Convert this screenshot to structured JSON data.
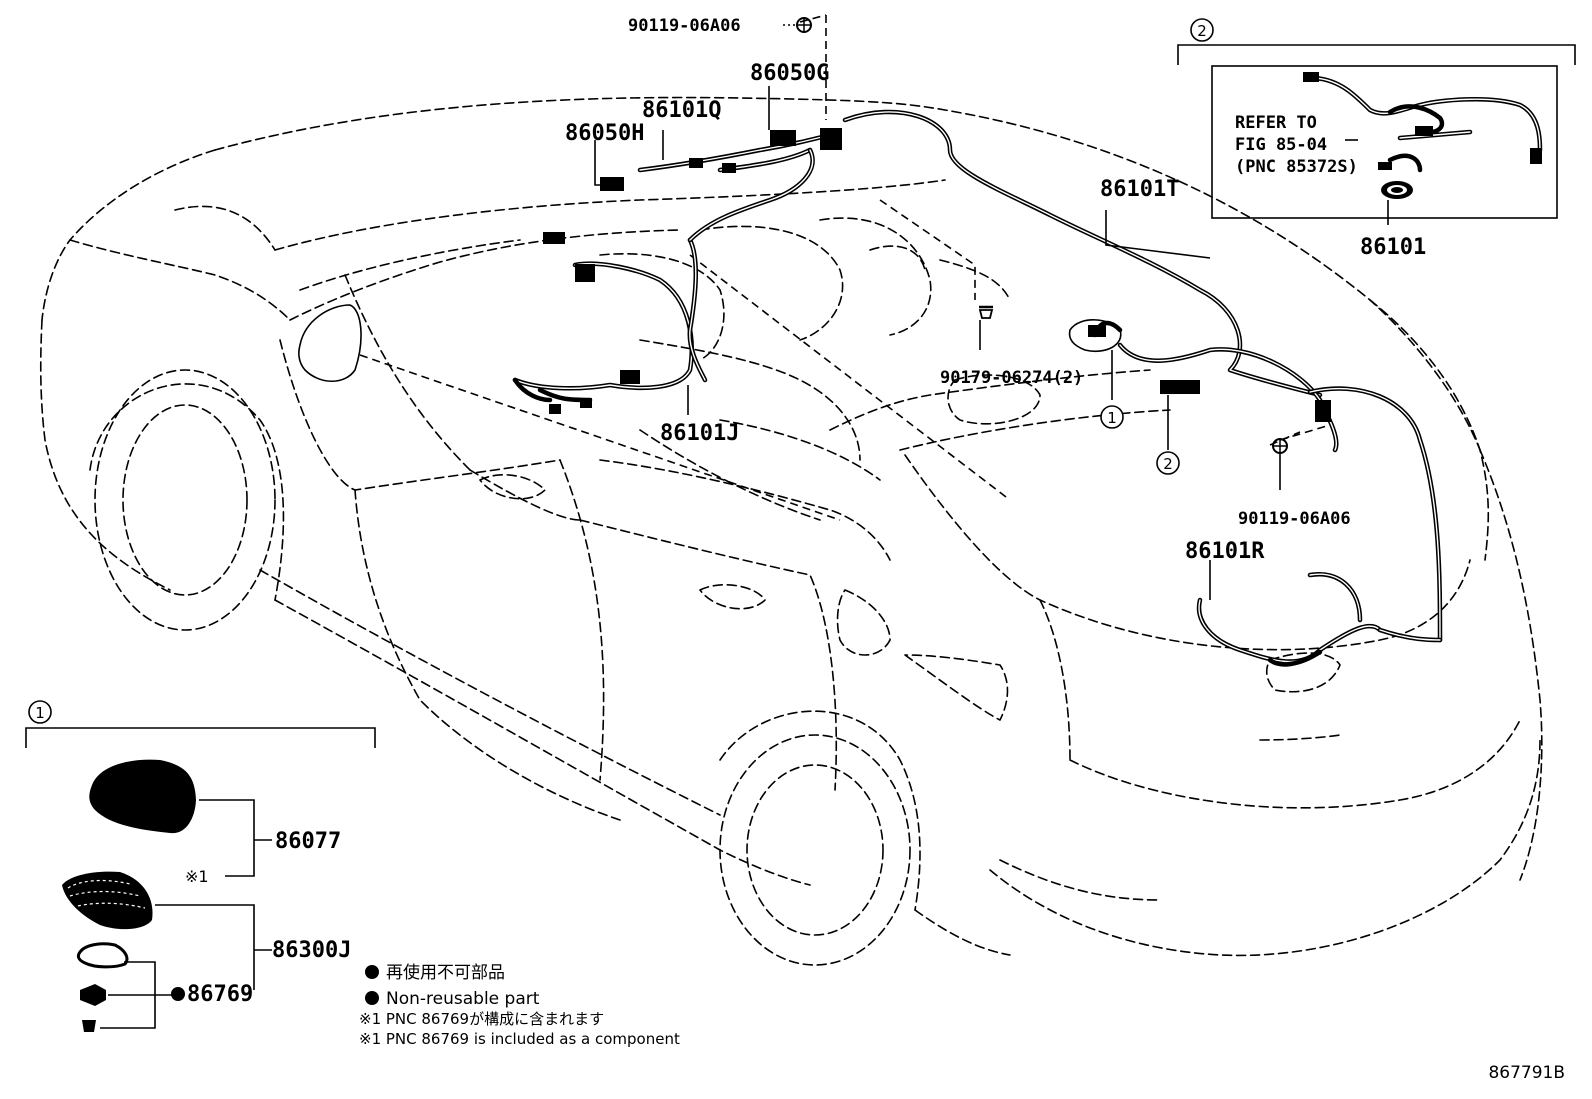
{
  "parts": {
    "bolt_top": "90119-06A06",
    "p86050G": "86050G",
    "p86101Q": "86101Q",
    "p86050H": "86050H",
    "p86101T": "86101T",
    "clip": "90179-06274(2)",
    "p86101J": "86101J",
    "bolt_right": "90119-06A06",
    "p86101R": "86101R",
    "p86101": "86101",
    "p86077": "86077",
    "p86300J": "86300J",
    "p86769": "86769"
  },
  "callouts": {
    "one": "1",
    "two": "2"
  },
  "refer": {
    "line1": "REFER TO",
    "line2": "FIG 85-04",
    "line3": "(PNC 85372S)"
  },
  "note_mark": "※1",
  "legend": {
    "jp_nonreusable": "再使用不可部品",
    "en_nonreusable": "Non-reusable part",
    "jp_component": "※1 PNC 86769が構成に含まれます",
    "en_component": "※1 PNC 86769 is included as a component"
  },
  "figure_id": "867791B"
}
